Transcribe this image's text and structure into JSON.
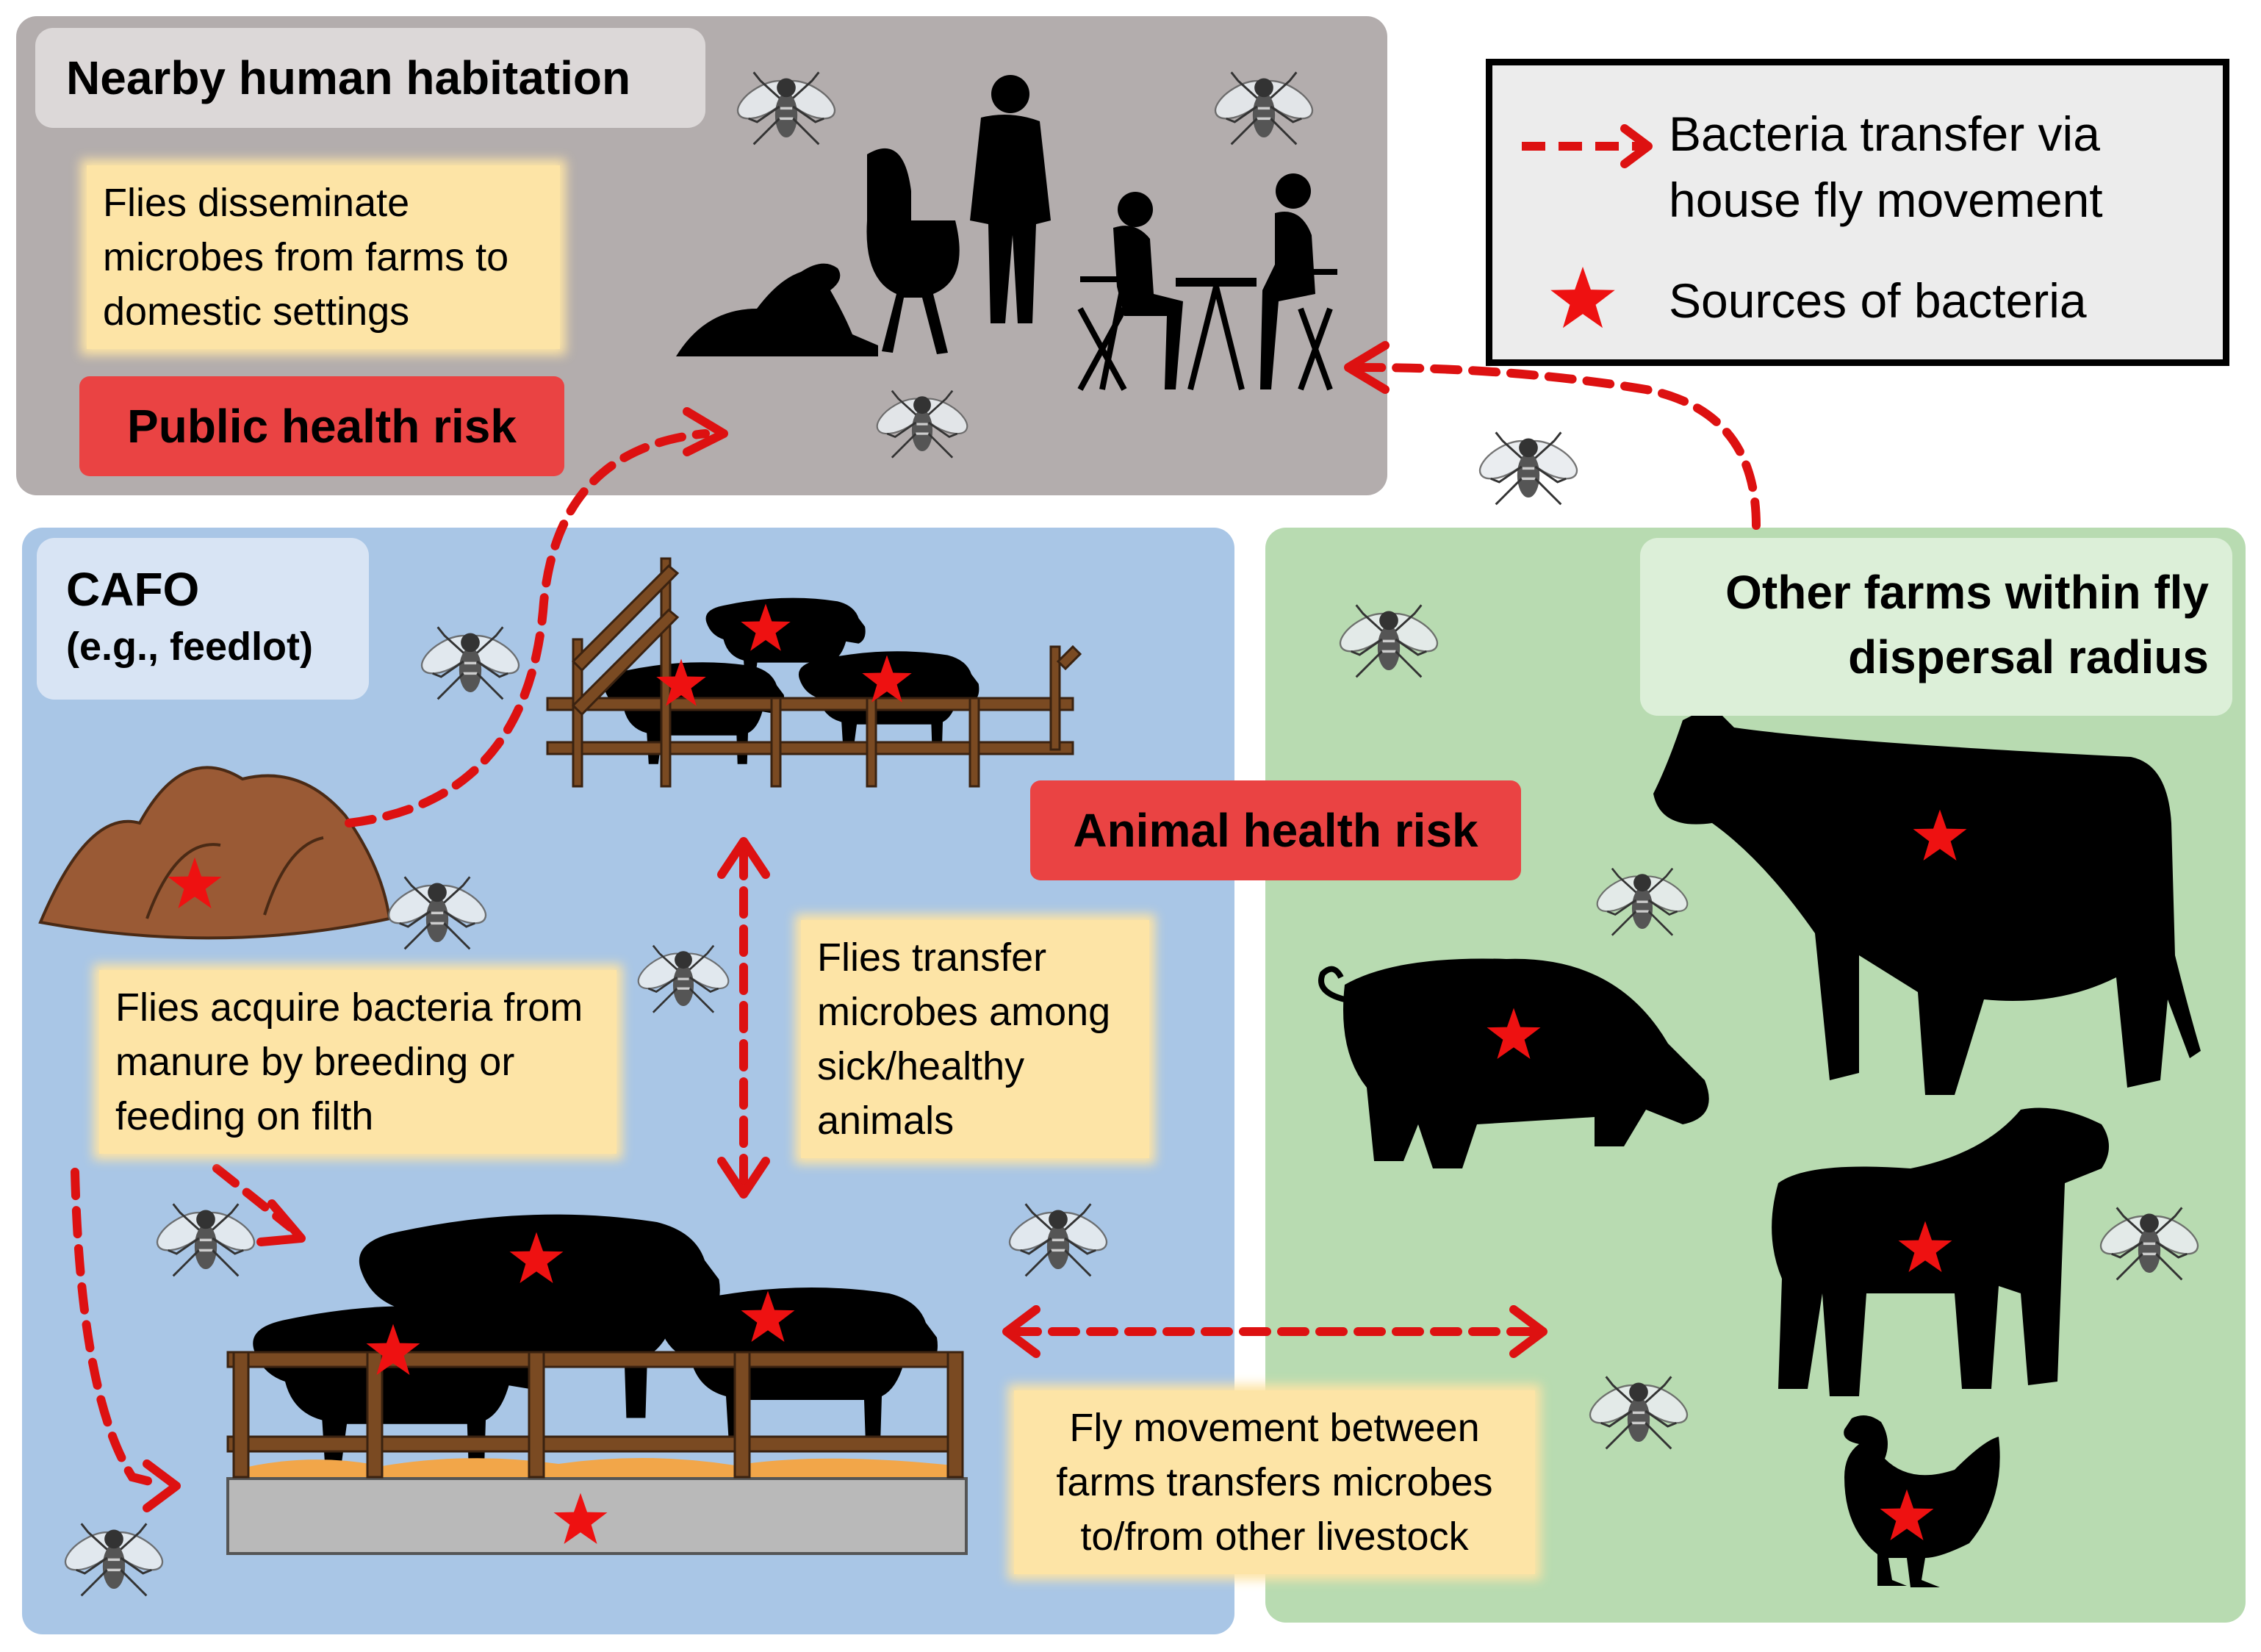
{
  "colors": {
    "habitation_panel": "#b3adad",
    "cafo_panel": "#a9c6e6",
    "farms_panel": "#b8dbb1",
    "note_fill": "#fde4a6",
    "risk_fill": "#ea4343",
    "arrow_red": "#dd1111",
    "star_red": "#ee1111",
    "manure": "#9a5a35",
    "fence_wood": "#7a4a22",
    "silhouette": "#000000"
  },
  "habitation": {
    "title": "Nearby human habitation",
    "note": "Flies disseminate microbes from farms to domestic settings",
    "risk": "Public health risk"
  },
  "cafo": {
    "title": "CAFO",
    "subtitle": "(e.g., feedlot)",
    "note_manure": "Flies acquire bacteria from manure by breeding or feeding on filth",
    "note_animals": "Flies transfer microbes among sick/healthy animals",
    "risk": "Animal health risk"
  },
  "farms": {
    "title_line1": "Other farms within fly",
    "title_line2": "dispersal radius",
    "note": "Fly movement  between farms transfers microbes to/from other livestock"
  },
  "legend": {
    "arrow_label_line1": "Bacteria transfer via",
    "arrow_label_line2": "house fly movement",
    "star_label": "Sources of bacteria"
  },
  "icons": {
    "fly": "fly-icon",
    "star": "star-icon",
    "arrow": "dashed-arrow-icon"
  }
}
